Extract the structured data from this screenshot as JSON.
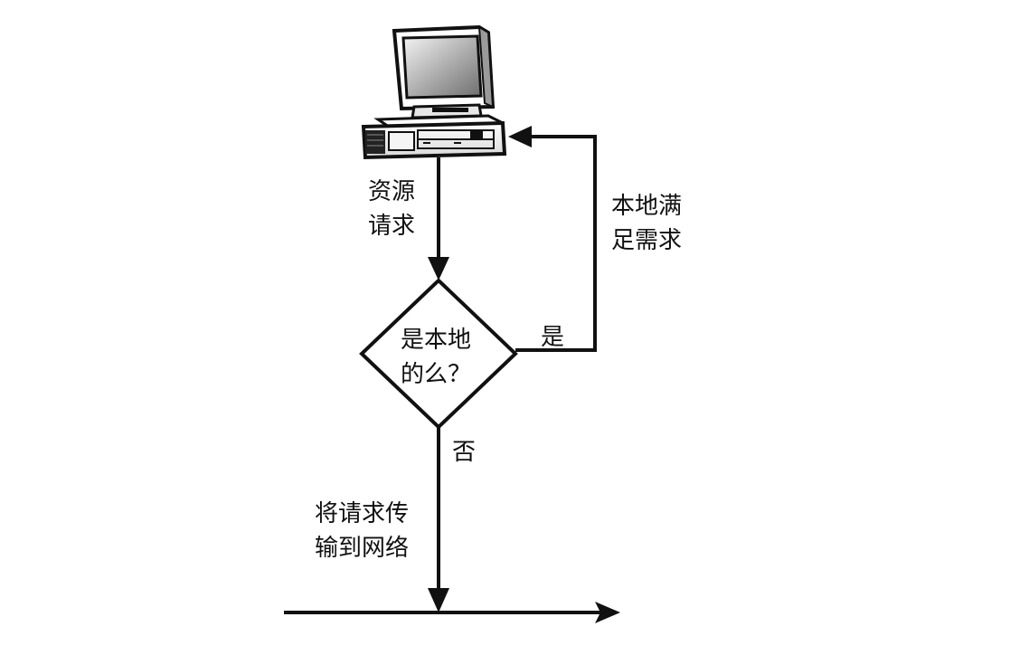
{
  "labels": {
    "resource_request": [
      "资源",
      "请求"
    ],
    "is_local": [
      "是本地",
      "的么？"
    ],
    "yes": "是",
    "no": "否",
    "local_satisfies": [
      "本地满",
      "足需求"
    ],
    "send_to_network": [
      "将请求传",
      "输到网络"
    ]
  },
  "icons": {
    "computer": "computer-icon"
  },
  "colors": {
    "line": "#111111",
    "background": "#ffffff"
  }
}
